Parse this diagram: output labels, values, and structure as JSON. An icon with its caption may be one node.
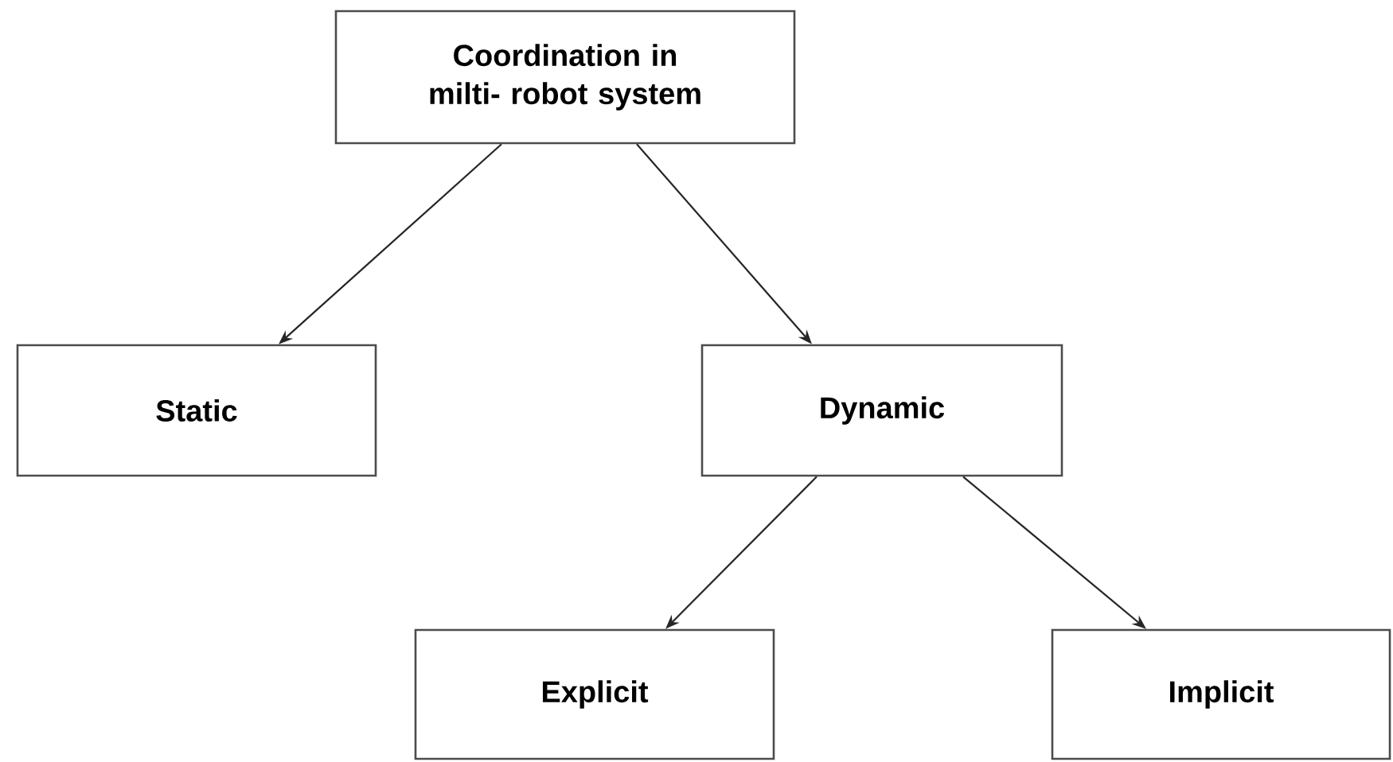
{
  "diagram": {
    "nodes": [
      {
        "text": [
          "Coordination in milti- robot system"
        ]
      },
      {
        "text": [
          "Static"
        ]
      },
      {
        "text": [
          "Dynamic"
        ]
      },
      {
        "text": [
          "Explicit"
        ]
      },
      {
        "text": [
          "Implicit"
        ]
      }
    ],
    "edges": [
      {
        "from": 0,
        "to": 1,
        "arrow": "to"
      },
      {
        "from": 0,
        "to": 2,
        "arrow": "to"
      },
      {
        "from": 2,
        "to": 3,
        "arrow": "to"
      },
      {
        "from": 2,
        "to": 4,
        "arrow": "to"
      }
    ]
  }
}
